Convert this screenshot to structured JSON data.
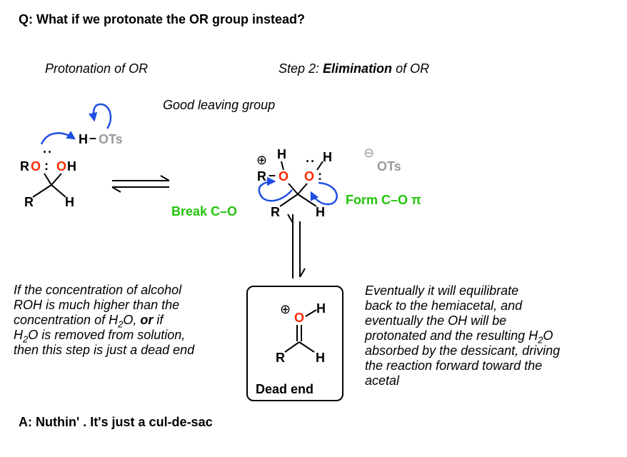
{
  "question": "Q: What if we protonate the OR group instead?",
  "answer": "A: Nuthin' . It's just a cul-de-sac",
  "labels": {
    "protonation_of_or": "Protonation of OR",
    "step2_prefix": "Step 2: ",
    "step2_bold": "Elimination",
    "step2_suffix": " of OR",
    "good_leaving_group": "Good leaving group",
    "break_co": "Break C–O",
    "form_co_pi": "Form C–O π",
    "dead_end": "Dead end"
  },
  "reactant": {
    "h": "H",
    "dash": "–",
    "ots": "OTs",
    "r_left": "R",
    "o_left": "O",
    "lone_pair": ":",
    "oh_o": "O",
    "oh_h": "H",
    "r_bottom": "R",
    "h_bottom": "H",
    "dots": "··"
  },
  "intermediate": {
    "plus": "⊕",
    "h_top": "H",
    "r": "R",
    "dash": "–",
    "o_left": "O",
    "o_right": "O",
    "colon": ":",
    "h_right": "H",
    "r_bottom": "R",
    "h_bottom": "H",
    "dots": "··"
  },
  "counterion": {
    "minus": "⊖",
    "ots": "OTs"
  },
  "oxocarbenium": {
    "plus": "⊕",
    "o": "O",
    "h_top": "H",
    "r": "R",
    "h_bottom": "H"
  },
  "left_paragraph": [
    {
      "text": "If the concentration of alcohol\nROH is much higher than the\nconcentration of H",
      "style": "normal"
    },
    {
      "text": "2",
      "style": "sub"
    },
    {
      "text": "O, ",
      "style": "normal"
    },
    {
      "text": "or",
      "style": "bold"
    },
    {
      "text": " if\nH",
      "style": "normal"
    },
    {
      "text": "2",
      "style": "sub"
    },
    {
      "text": "O is removed from solution,\nthen this step is just a dead end",
      "style": "normal"
    }
  ],
  "right_paragraph": [
    {
      "text": "Eventually it will equilibrate\nback to the hemiacetal, and\neventually the OH will be\nprotonated and the resulting H",
      "style": "normal"
    },
    {
      "text": "2",
      "style": "sub"
    },
    {
      "text": "O\nabsorbed by the dessicant, driving\nthe reaction forward toward the\nacetal",
      "style": "normal"
    }
  ],
  "colors": {
    "oxygen": "#ff2a00",
    "arrow_blue": "#1f4fe0",
    "ots_gray": "#999999",
    "label_green": "#22c40a"
  }
}
